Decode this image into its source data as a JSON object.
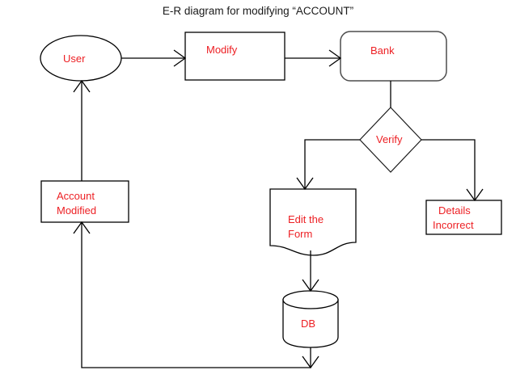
{
  "diagram": {
    "title": "E-R diagram for modifying “ACCOUNT”",
    "colors": {
      "label_red": "#ED2024",
      "stroke_black": "#000000",
      "stroke_gray": "#595959",
      "background": "#FFFFFF"
    },
    "nodes": {
      "user": {
        "label": "User",
        "shape": "ellipse"
      },
      "modify": {
        "label": "Modify",
        "shape": "rectangle"
      },
      "bank": {
        "label": "Bank",
        "shape": "rounded-rectangle"
      },
      "verify": {
        "label": "Verify",
        "shape": "diamond"
      },
      "edit_form": {
        "label_line1": "Edit the",
        "label_line2": "Form",
        "shape": "document"
      },
      "details_incorrect": {
        "label_line1": "Details",
        "label_line2": "Incorrect",
        "shape": "rectangle"
      },
      "db": {
        "label": "DB",
        "shape": "cylinder"
      },
      "account_modified": {
        "label_line1": "Account",
        "label_line2": "Modified",
        "shape": "rectangle"
      }
    },
    "edges": [
      {
        "from": "user",
        "to": "modify"
      },
      {
        "from": "modify",
        "to": "bank"
      },
      {
        "from": "bank",
        "to": "verify"
      },
      {
        "from": "verify",
        "to": "edit_form"
      },
      {
        "from": "verify",
        "to": "details_incorrect"
      },
      {
        "from": "edit_form",
        "to": "db"
      },
      {
        "from": "db",
        "to": "account_modified"
      },
      {
        "from": "account_modified",
        "to": "user"
      }
    ]
  }
}
